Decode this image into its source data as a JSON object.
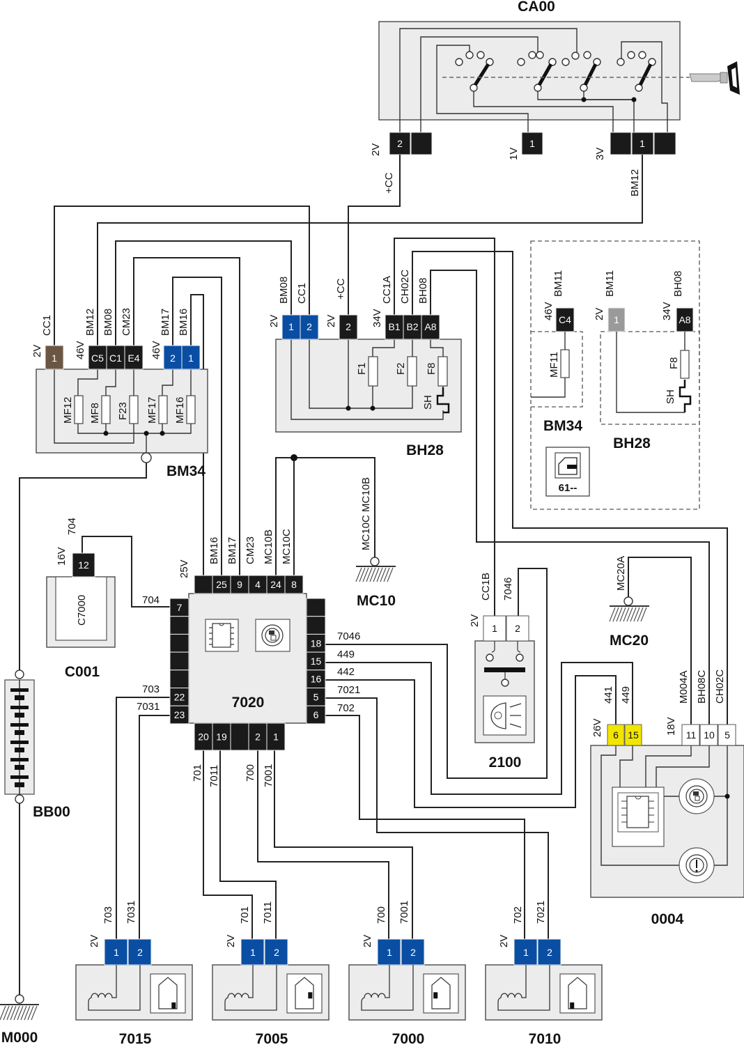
{
  "diagram": {
    "title": "Wiring diagram - ignition switch, fuse boxes, central control unit 7020 and door lock actuators",
    "components": {
      "CA00": {
        "label": "CA00",
        "connectors": [
          {
            "housing": "2V",
            "pins": [
              "2",
              ""
            ],
            "wire": "+CC"
          },
          {
            "housing": "1V",
            "pins": [
              "1"
            ]
          },
          {
            "housing": "3V",
            "pins": [
              "",
              "1",
              ""
            ],
            "wire": "BM12"
          }
        ]
      },
      "BM34": {
        "label": "BM34",
        "connectors": [
          {
            "housing": "2V",
            "color": "#6b5643",
            "pins": [
              "1"
            ],
            "wires": [
              "CC1"
            ]
          },
          {
            "housing": "46V",
            "color": "#1a1a1a",
            "pins": [
              "C5",
              "C1",
              "E4"
            ],
            "wires": [
              "BM12",
              "BM08",
              "CM23"
            ]
          },
          {
            "housing": "46V",
            "color": "#0a4ea3",
            "pins": [
              "2",
              "1"
            ],
            "wires": [
              "BM17",
              "BM16"
            ]
          }
        ],
        "fuses": [
          "MF12",
          "MF8",
          "F23",
          "MF17",
          "MF16"
        ]
      },
      "BH28": {
        "label": "BH28",
        "connectors": [
          {
            "housing": "2V",
            "color": "#0a4ea3",
            "pins": [
              "1",
              "2"
            ],
            "wires": [
              "BM08",
              "CC1"
            ]
          },
          {
            "housing": "2V",
            "color": "#1a1a1a",
            "pins": [
              "2"
            ],
            "wires": [
              "+CC"
            ]
          },
          {
            "housing": "34V",
            "color": "#1a1a1a",
            "pins": [
              "B1",
              "B2",
              "A8"
            ],
            "wires": [
              "CC1A",
              "CH02C",
              "BH08"
            ]
          }
        ],
        "fuses": [
          "F1",
          "F2",
          "F8"
        ],
        "shunt": "SH"
      },
      "variant": {
        "bm34": {
          "label": "BM34",
          "housing": "46V",
          "pin": "C4",
          "wire": "BM11",
          "fuse": "MF11"
        },
        "bh28": {
          "label": "BH28",
          "conn1": {
            "housing": "2V",
            "pin": "1",
            "wire": "BM11"
          },
          "conn2": {
            "housing": "34V",
            "pin": "A8",
            "wire": "BH08"
          },
          "fuse": "F8",
          "shunt": "SH"
        },
        "option_code": "61--"
      },
      "C001": {
        "label": "C001",
        "inner": "C7000",
        "housing": "16V",
        "pin": "12",
        "wire": "704"
      },
      "MC10": {
        "label": "MC10",
        "wires": "MC10C MC10B"
      },
      "MC20": {
        "label": "MC20",
        "wire": "MC20A"
      },
      "BB00": {
        "label": "BB00"
      },
      "M000": {
        "label": "M000"
      },
      "7020": {
        "label": "7020",
        "housing": "25V",
        "top_pins": [
          "",
          "25",
          "9",
          "4",
          "24",
          "8"
        ],
        "top_wires": [
          "BM16",
          "BM17",
          "CM23",
          "MC10B",
          "MC10C"
        ],
        "left_pins": [
          "7",
          "",
          "",
          "",
          "",
          "22",
          "23"
        ],
        "left_wires": {
          "7": "704",
          "22": "703",
          "23": "7031"
        },
        "right_pins": [
          "",
          "",
          "18",
          "15",
          "16",
          "5",
          "6"
        ],
        "right_wires": {
          "18": "7046",
          "15": "449",
          "16": "442",
          "5": "7021",
          "6": "702"
        },
        "bottom_pins": [
          "20",
          "19",
          "",
          "2",
          "1"
        ],
        "bottom_wires": [
          "701",
          "7011",
          "700",
          "7001"
        ]
      },
      "2100": {
        "label": "2100",
        "housing": "2V",
        "pins": [
          "1",
          "2"
        ],
        "wires": [
          "CC1B",
          "7046"
        ]
      },
      "0004": {
        "label": "0004",
        "conn_a": {
          "housing": "26V",
          "pins": [
            "6",
            "15"
          ],
          "wires": [
            "441",
            "449"
          ]
        },
        "conn_b": {
          "housing": "18V",
          "pins": [
            "11",
            "10",
            "5"
          ],
          "wires": [
            "M004A",
            "BH08C",
            "CH02C"
          ]
        }
      },
      "actuators": [
        {
          "label": "7015",
          "housing": "2V",
          "pins": [
            "1",
            "2"
          ],
          "wires": [
            "703",
            "7031"
          ]
        },
        {
          "label": "7005",
          "housing": "2V",
          "pins": [
            "1",
            "2"
          ],
          "wires": [
            "701",
            "7011"
          ]
        },
        {
          "label": "7000",
          "housing": "2V",
          "pins": [
            "1",
            "2"
          ],
          "wires": [
            "700",
            "7001"
          ]
        },
        {
          "label": "7010",
          "housing": "2V",
          "pins": [
            "1",
            "2"
          ],
          "wires": [
            "702",
            "7021"
          ]
        }
      ]
    }
  }
}
